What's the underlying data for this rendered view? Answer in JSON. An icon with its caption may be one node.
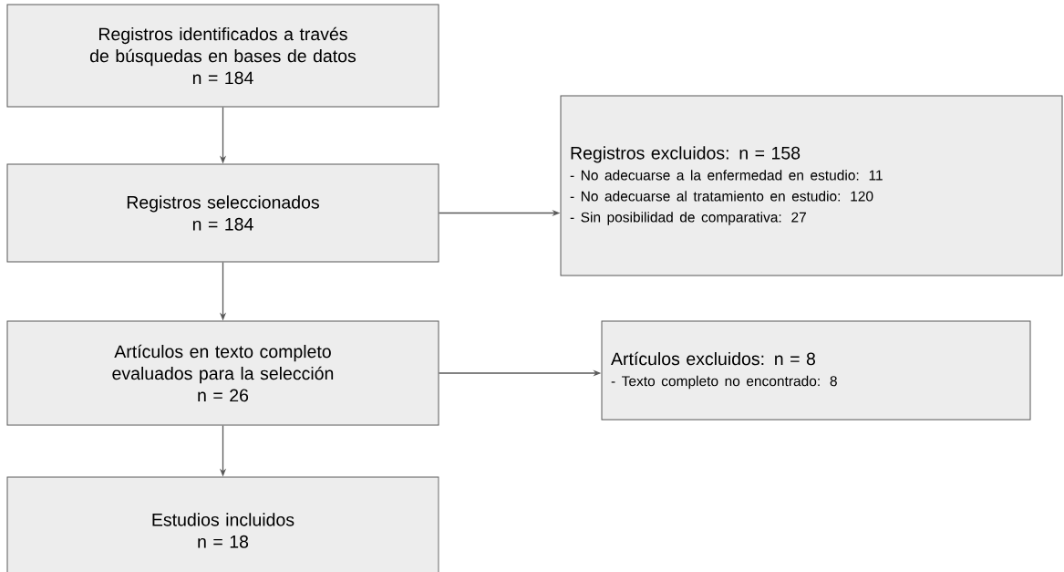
{
  "diagram": {
    "nodes": [
      {
        "text": [
          "Registros identificados a través de búsquedas en bases de datos",
          "n = 184"
        ]
      },
      {
        "text": [
          "Registros seleccionados",
          "n = 184"
        ]
      },
      {
        "text": [
          "Registros excluidos: n = 158",
          "- No adecuarse a la enfermedad en estudio: 11",
          "- No adecuarse al tratamiento en estudio: 120",
          "- Sin posibilidad de comparativa: 27"
        ]
      },
      {
        "text": [
          "Artículos en texto completo evaluados para la selección",
          "n = 26"
        ]
      },
      {
        "text": [
          "Artículos excluidos: n = 8",
          "- Texto completo no encontrado: 8"
        ]
      },
      {
        "text": [
          "Estudios incluidos",
          "n = 18"
        ]
      }
    ],
    "edges": [
      {
        "from": 0,
        "to": 1,
        "arrow": "to"
      },
      {
        "from": 1,
        "to": 2,
        "arrow": "to"
      },
      {
        "from": 1,
        "to": 3,
        "arrow": "to"
      },
      {
        "from": 3,
        "to": 4,
        "arrow": "to"
      },
      {
        "from": 3,
        "to": 5,
        "arrow": "to"
      }
    ]
  }
}
